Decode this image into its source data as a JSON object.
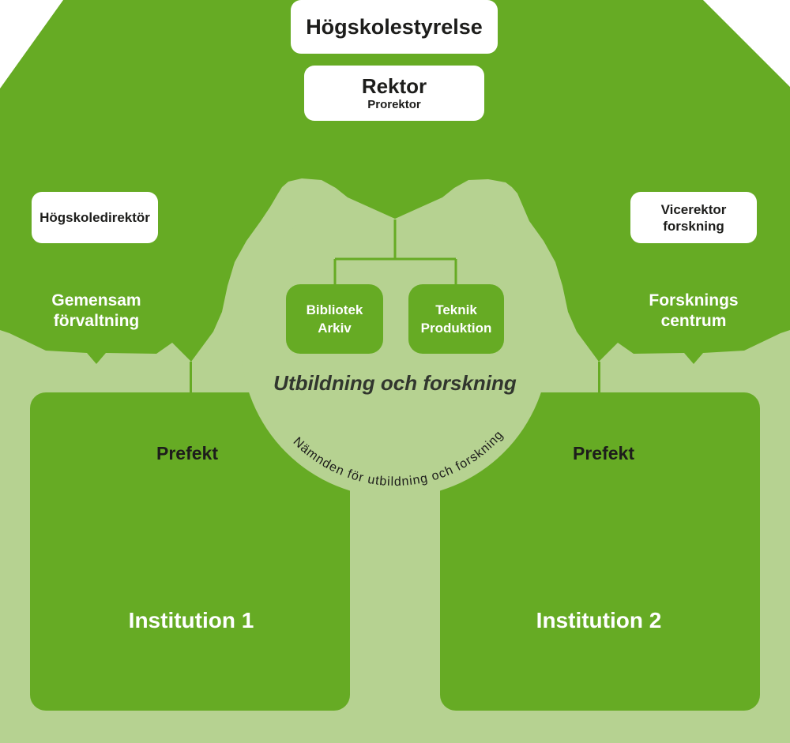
{
  "colors": {
    "dark_green": "#66ab24",
    "light_green": "#b6d291",
    "white": "#ffffff",
    "text_dark": "#1d1d1b",
    "heading_dark": "#31362e"
  },
  "org": {
    "board": {
      "label": "Högskolestyrelse"
    },
    "rector": {
      "label": "Rektor",
      "sub": "Prorektor"
    },
    "director": {
      "label": "Högskoledirektör"
    },
    "vice_rector": {
      "line1": "Vicerektor",
      "line2": "forskning"
    },
    "administration": {
      "line1": "Gemensam",
      "line2": "förvaltning"
    },
    "research_centre": {
      "line1": "Forsknings",
      "line2": "centrum"
    },
    "library_unit": {
      "line1": "Bibliotek",
      "line2": "Arkiv"
    },
    "technic_unit": {
      "line1": "Teknik",
      "line2": "Produktion"
    },
    "heading": {
      "label": "Utbildning och forskning"
    },
    "committee": {
      "label": "Nämnden för utbildning och forskning"
    },
    "institution1": {
      "prefekt": "Prefekt",
      "label": "Institution 1"
    },
    "institution2": {
      "prefekt": "Prefekt",
      "label": "Institution 2"
    }
  }
}
